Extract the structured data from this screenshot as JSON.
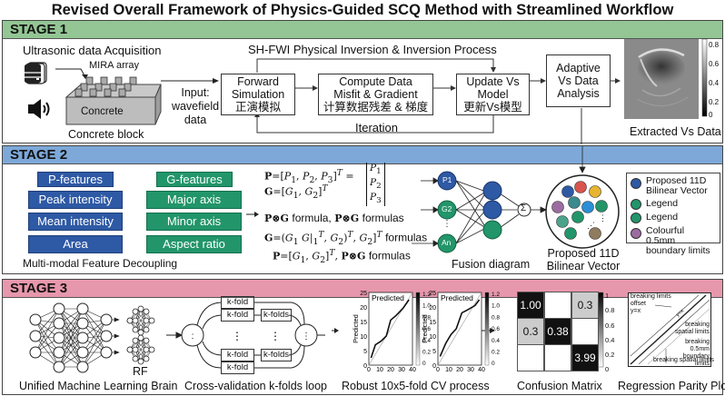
{
  "title": "Revised Overall Framework of Physics-Guided SCQ Method with Streamlined Workflow",
  "stage1": {
    "header": "STAGE 1",
    "acquisition_title": "Ultrasonic data Acquisition",
    "mira_label": "MIRA array",
    "concrete_label": "Concrete",
    "concrete_block_caption": "Concrete block",
    "input_label": "Input:\nwavefield\ndata",
    "input_lines": [
      "Input:",
      "wavefield",
      "data"
    ],
    "inversion_title": "SH-FWI Physical Inversion & Inversion Process",
    "forward_box": [
      "Forward",
      "Simulation",
      "正演模拟"
    ],
    "misfit_box": [
      "Compute Data",
      "Misfit & Gradient",
      "计算数据残差 & 梯度"
    ],
    "update_box": [
      "Update Vs",
      "Model",
      "更新Vs模型"
    ],
    "iteration_label": "Iteration",
    "adaptive_box": [
      "Adaptive",
      "Vs Data",
      "Analysis"
    ],
    "colorbar_ticks": [
      "0.8",
      "0.6",
      "0.4",
      "0.2",
      "0"
    ],
    "extracted_caption": "Extracted Vs Data"
  },
  "stage2": {
    "header": "STAGE 2",
    "p_header": "P-features",
    "p_items": [
      "Peak intensity",
      "Mean intensity",
      "Area"
    ],
    "g_header": "G-features",
    "g_items": [
      "Major axis",
      "Minor axis",
      "Aspect ratio"
    ],
    "decoupling_caption": "Multi-modal Feature Decoupling",
    "formulas": {
      "p_def": "P=[P1, P2, P3]T =",
      "g_def": "G=[G1, G2]T",
      "line3": "P⊗G formula,  P⊗G formulas",
      "line4": "G=(G1 G|1T, G2)T, G2]T formulas",
      "line5": "P=[G1, G2]T, P⊗G formulas"
    },
    "nodes": [
      "P1",
      "G2",
      "An"
    ],
    "sum_symbol": "Σ",
    "fusion_caption": "Fusion diagram",
    "vector_caption": [
      "Proposed 11D",
      "Bilinear Vector"
    ],
    "legend": [
      {
        "label": "Proposed 11D Bilinear Vector",
        "lines": [
          "Proposed 11D",
          "Bilinear Vector"
        ],
        "color": "#2e59a4"
      },
      {
        "label": "Legend",
        "lines": [
          "Legend"
        ],
        "color": "#22956a"
      },
      {
        "label": "Legend",
        "lines": [
          "Legend"
        ],
        "color": "#22956a"
      },
      {
        "label": "Colourful 0.5mm boundary limits",
        "lines": [
          "Colourful 0.5mm",
          "boundary limits"
        ],
        "color": "#9b6ca0"
      }
    ]
  },
  "stage3": {
    "header": "STAGE 3",
    "rf_label": "RF",
    "brain_caption": "Unified Machine Learning Brain",
    "kfold": "k-fold",
    "kfolds": "k-folds",
    "cv_caption": "Cross-validation k-folds loop",
    "cv_plot": {
      "inner_label": "Predicted",
      "ylabel": "Predicted",
      "yticks": [
        "25",
        "20",
        "15",
        "10",
        "5",
        "0"
      ],
      "xticks": [
        "0",
        "10",
        "20",
        "30",
        "40"
      ],
      "cbar_ticks": [
        "1.2",
        "1.0",
        "0.8",
        "0.6",
        "0.4",
        "0.2",
        "0"
      ]
    },
    "cv_process_caption": "Robust 10x5-fold CV process",
    "confusion": {
      "cells": [
        [
          "1.00",
          "",
          "0.3"
        ],
        [
          "0.3",
          "0.38",
          ""
        ],
        [
          "",
          "",
          "3.99"
        ]
      ],
      "shades": [
        [
          "#111",
          "#fff",
          "#ccc"
        ],
        [
          "#ccc",
          "#111",
          "#fff"
        ],
        [
          "#fff",
          "#fff",
          "#111"
        ]
      ],
      "cbar_ticks": [
        "1",
        "0.8",
        "0.6",
        "0.4",
        "0.2",
        "0"
      ],
      "caption": "Confusion Matrix"
    },
    "parity": {
      "labels": [
        "breaking limits",
        "offset",
        "y=x"
      ],
      "diag_label": "y=x",
      "right_labels": [
        "breaking",
        "spatial limits",
        "breaking 0.5mm",
        "boundary limits"
      ],
      "bottom_label": "breaking spatial limits",
      "caption": "Regression Parity Plot"
    }
  }
}
